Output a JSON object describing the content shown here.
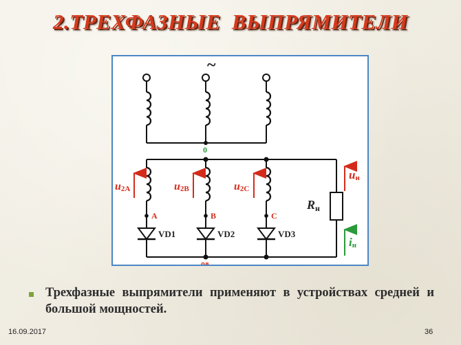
{
  "slide": {
    "title": "2.ТРЕХФАЗНЫЕ  ВЫПРЯМИТЕЛИ",
    "caption": "Трехфазные выпрямители применяют в устройствах средней и большой мощностей.",
    "date": "16.09.2017",
    "page_number": "36"
  },
  "diagram": {
    "ac_symbol": "~",
    "node_labels": {
      "neutral_top": "0",
      "neutral_bottom": "0*"
    },
    "phases": [
      {
        "voltage_base": "u",
        "voltage_sub": "2A",
        "point": "A",
        "diode": "VD1"
      },
      {
        "voltage_base": "u",
        "voltage_sub": "2B",
        "point": "B",
        "diode": "VD2"
      },
      {
        "voltage_base": "u",
        "voltage_sub": "2C",
        "point": "C",
        "diode": "VD3"
      }
    ],
    "load": {
      "resistor_base": "R",
      "resistor_sub": "н",
      "voltage_base": "u",
      "voltage_sub": "н",
      "current_base": "i",
      "current_sub": "н"
    }
  },
  "colors": {
    "title": "#d63a1e",
    "voltage_arrow": "#d42a1a",
    "current_arrow": "#2a9a3a",
    "frame_border": "#4a86c5",
    "bullet": "#7ca33b"
  },
  "icons": [
    "bullet-square-icon",
    "diode-icon",
    "resistor-icon",
    "inductor-coil-icon",
    "ac-source-terminal-icon"
  ]
}
